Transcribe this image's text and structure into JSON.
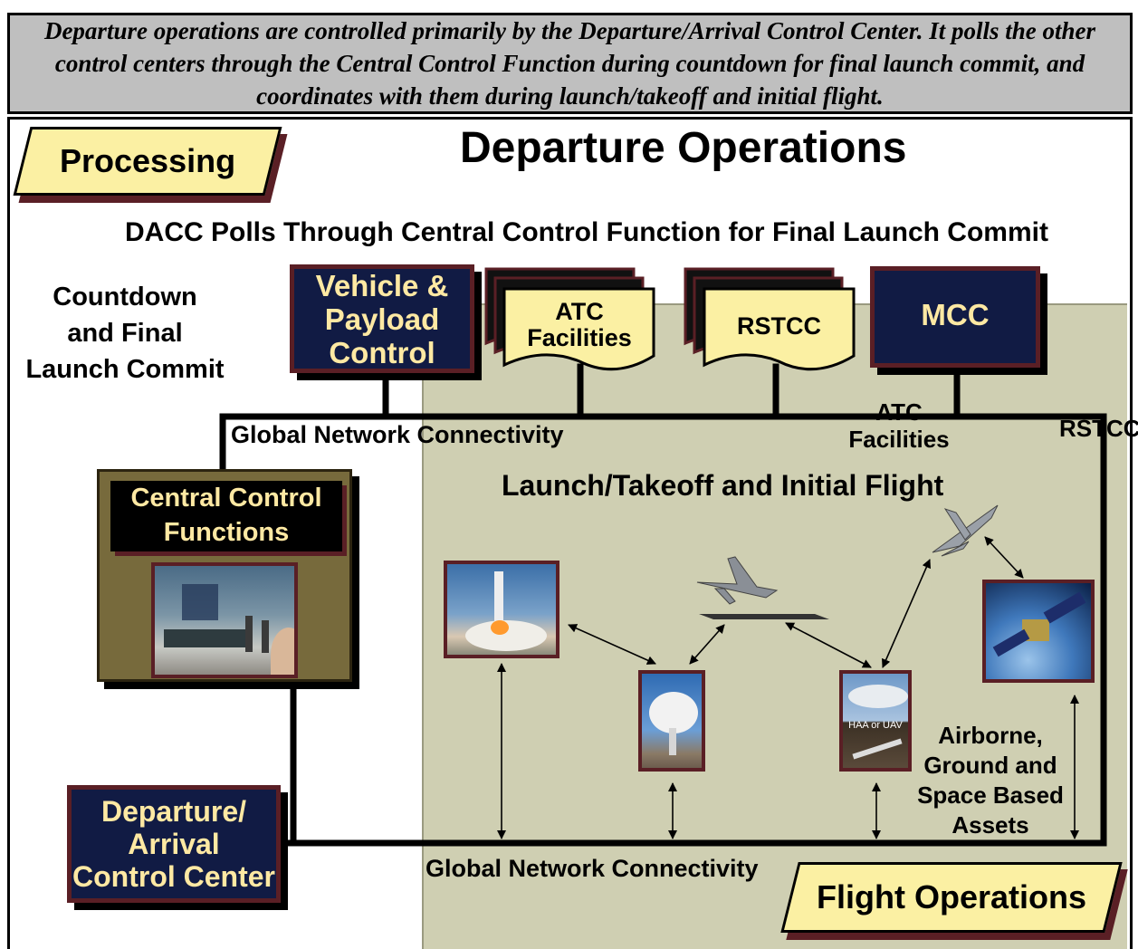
{
  "banner": {
    "text": "Departure operations are controlled primarily by the Departure/Arrival Control Center.  It polls the other control centers through the Central Control Function during countdown for final launch commit, and coordinates with them during launch/takeoff and initial flight."
  },
  "diagram": {
    "processing_tag": "Processing",
    "title": "Departure Operations",
    "subtitle": "DACC Polls Through Central Control Function for Final Launch Commit",
    "countdown_label": [
      "Countdown",
      "and Final",
      "Launch Commit"
    ],
    "vehicle_payload_box": [
      "Vehicle &",
      "Payload",
      "Control"
    ],
    "atc_facilities_box": [
      "ATC",
      "Facilities"
    ],
    "rstcc_box": "RSTCC",
    "mcc_box": "MCC",
    "network_label_top": "Global Network Connectivity",
    "network_label_bottom": "Global Network Connectivity",
    "atc_facilities_float": [
      "ATC",
      "Facilities"
    ],
    "rstcc_float": "RSTCC",
    "central_control": [
      "Central Control",
      "Functions"
    ],
    "launch_label": "Launch/Takeoff and Initial Flight",
    "haa_label": "HAA or UAV",
    "assets_label": [
      "Airborne,",
      "Ground and",
      "Space Based",
      "Assets"
    ],
    "dacc_box": [
      "Departure/",
      "Arrival",
      "Control Center"
    ],
    "flight_ops_tag": "Flight Operations"
  },
  "colors": {
    "dark_box": "#111b44",
    "box_border": "#5a1f25",
    "box_text": "#ffe9a3",
    "tag_fill": "#fbf0a3",
    "flight_area": "#cfcfb2",
    "central_panel": "#776a3c",
    "banner": "#bfbfbf"
  },
  "icons": [
    "rocket-launch-photo",
    "satellite-dish-photo",
    "fighter-jet-icon",
    "airship-photo",
    "satellite-photo",
    "control-room-photo"
  ]
}
